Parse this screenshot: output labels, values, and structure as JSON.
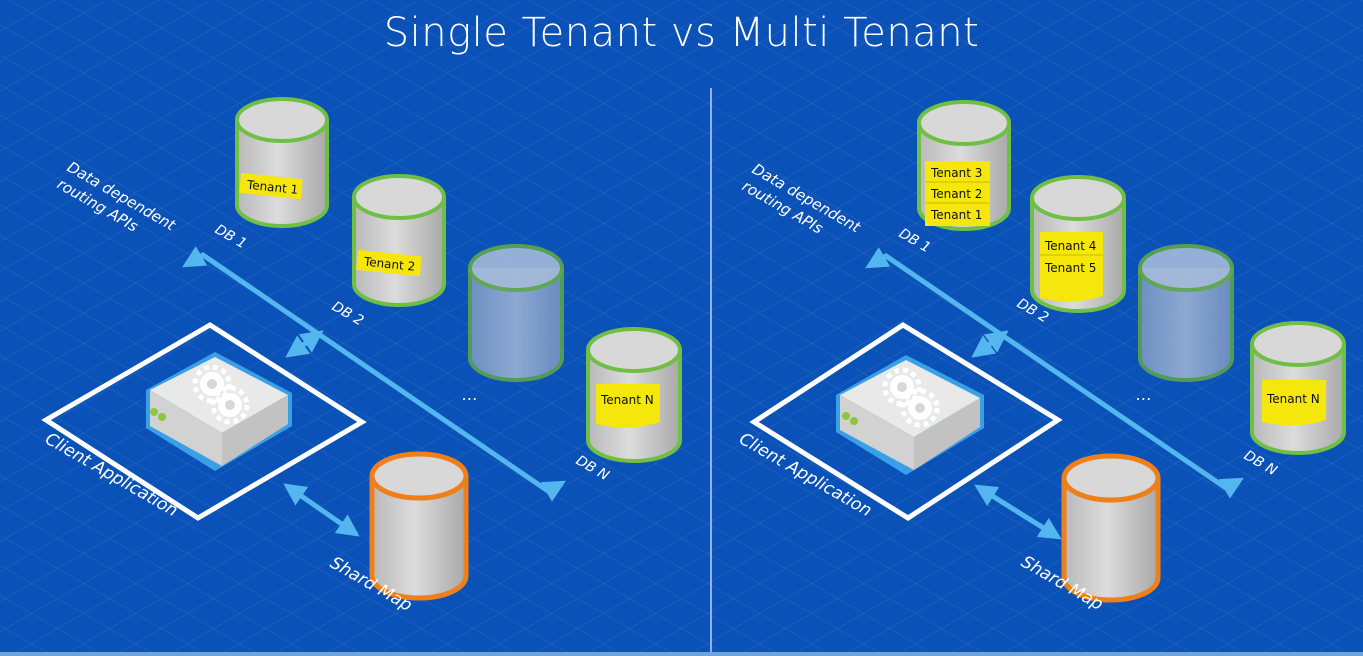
{
  "title": "Single Tenant vs Multi Tenant",
  "colors": {
    "background": "#0b52b8",
    "tenant_db_border": "#6fbf44",
    "shard_map_border": "#ef7f1a",
    "arrow": "#54b6ee",
    "tenant_tag": "#f5e60c"
  },
  "single": {
    "routing_label": [
      "Data dependent",
      "routing APIs"
    ],
    "db1_label": "DB 1",
    "db2_label": "DB 2",
    "dbn_label": "DB N",
    "ellipsis": "…",
    "db1_tenants": [
      "Tenant 1"
    ],
    "db2_tenants": [
      "Tenant 2"
    ],
    "dbn_tenants": [
      "Tenant N"
    ],
    "client_label": "Client Application",
    "shard_label": "Shard Map"
  },
  "multi": {
    "routing_label": [
      "Data dependent",
      "routing APIs"
    ],
    "db1_label": "DB 1",
    "db2_label": "DB 2",
    "dbn_label": "DB N",
    "ellipsis": "…",
    "db1_tenants": [
      "Tenant 3",
      "Tenant 2",
      "Tenant 1"
    ],
    "db2_tenants": [
      "Tenant 4",
      "Tenant 5"
    ],
    "dbn_tenants": [
      "Tenant N"
    ],
    "client_label": "Client Application",
    "shard_label": "Shard Map"
  }
}
